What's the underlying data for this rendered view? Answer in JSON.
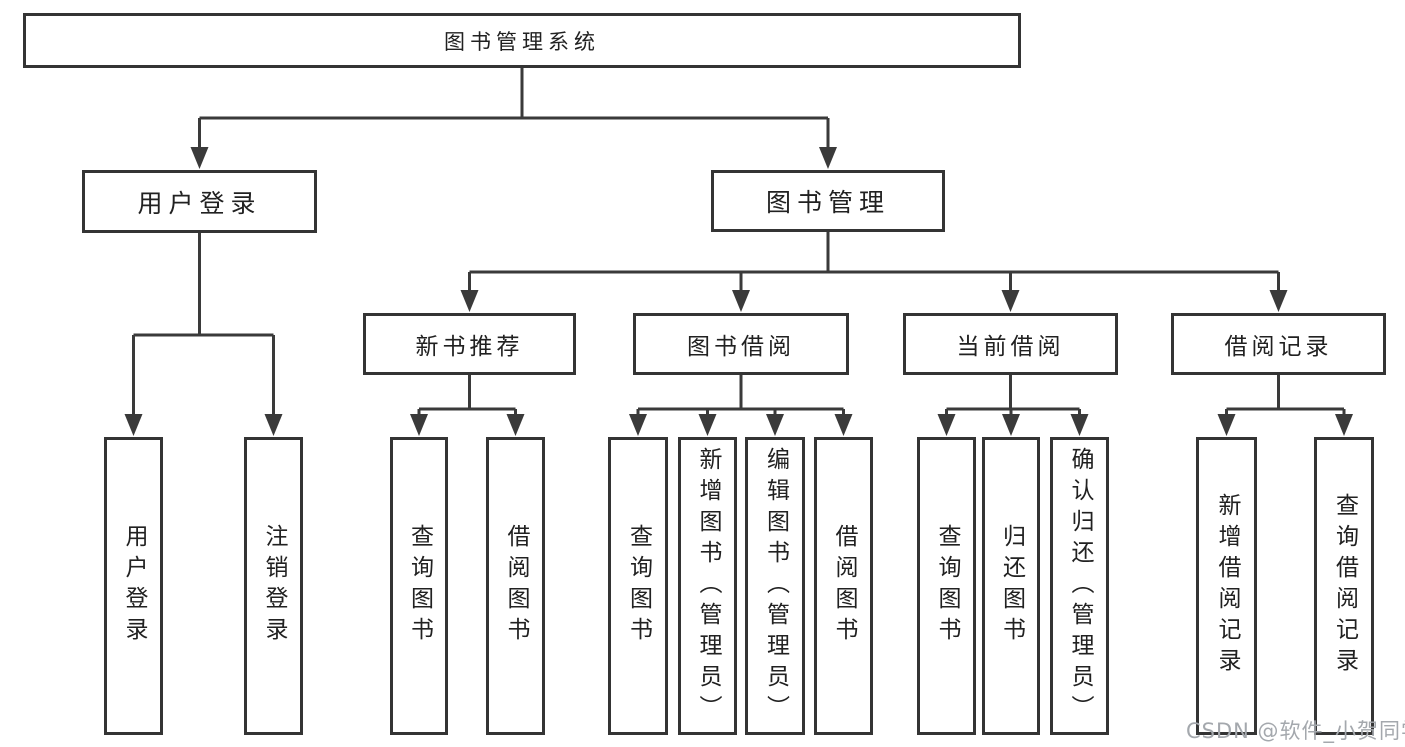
{
  "diagram": {
    "title": "图书管理系统",
    "watermark": "CSDN @软件_小贺同学"
  },
  "colors": {
    "line": "#3a3a3a",
    "box_border": "#343434",
    "box_fill": "#ffffff",
    "text": "#212121",
    "watermark": "#a4a8ad",
    "background": "#ffffff"
  },
  "nodes": {
    "root": "图书管理系统",
    "user_login": "用户登录",
    "book_mgmt": "图书管理",
    "new_book_rec": "新书推荐",
    "book_borrow": "图书借阅",
    "current_borrow": "当前借阅",
    "borrow_records": "借阅记录",
    "v_user_login": "用户登录",
    "v_logout": "注销登录",
    "v_query_books_1": "查询图书",
    "v_borrow_books_1": "借阅图书",
    "v_query_books_2": "查询图书",
    "v_add_books": "新增图书（管理员）",
    "v_edit_books": "编辑图书（管理员）",
    "v_borrow_books_2": "借阅图书",
    "v_query_books_3": "查询图书",
    "v_return_books": "归还图书",
    "v_confirm_return": "确认归还（管理员）",
    "v_add_borrow_record": "新增借阅记录",
    "v_query_borrow_record": "查询借阅记录"
  },
  "hierarchy": {
    "图书管理系统": [
      "用户登录",
      "图书管理"
    ],
    "用户登录": [
      "用户登录",
      "注销登录"
    ],
    "图书管理": [
      "新书推荐",
      "图书借阅",
      "当前借阅",
      "借阅记录"
    ],
    "新书推荐": [
      "查询图书",
      "借阅图书"
    ],
    "图书借阅": [
      "查询图书",
      "新增图书（管理员）",
      "编辑图书（管理员）",
      "借阅图书"
    ],
    "当前借阅": [
      "查询图书",
      "归还图书",
      "确认归还（管理员）"
    ],
    "借阅记录": [
      "新增借阅记录",
      "查询借阅记录"
    ]
  }
}
